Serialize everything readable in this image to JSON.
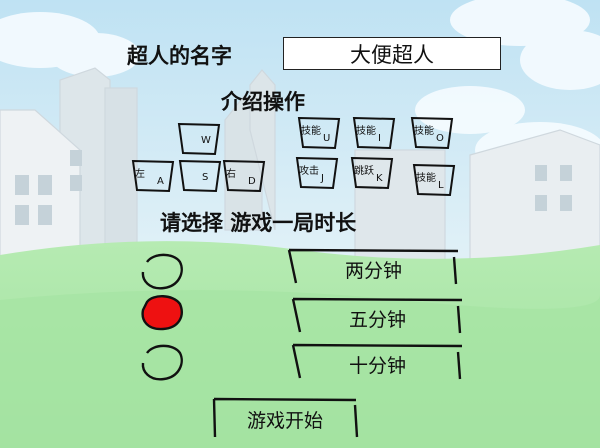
{
  "hero": {
    "label": "超人的名字",
    "name": "大便超人"
  },
  "controls": {
    "title": "介绍操作",
    "keys": [
      {
        "id": "w",
        "text": "",
        "letter": "W"
      },
      {
        "id": "a",
        "text": "左",
        "letter": "A"
      },
      {
        "id": "s",
        "text": "",
        "letter": "S"
      },
      {
        "id": "d",
        "text": "右",
        "letter": "D"
      },
      {
        "id": "u",
        "text": "技能",
        "letter": "U"
      },
      {
        "id": "i",
        "text": "技能",
        "letter": "I"
      },
      {
        "id": "o",
        "text": "技能",
        "letter": "O"
      },
      {
        "id": "j",
        "text": "攻击",
        "letter": "J"
      },
      {
        "id": "k",
        "text": "跳跃",
        "letter": "K"
      },
      {
        "id": "l",
        "text": "技能",
        "letter": "L"
      }
    ]
  },
  "duration": {
    "title": "请选择 游戏一局时长",
    "options": [
      {
        "label": "两分钟",
        "selected": false
      },
      {
        "label": "五分钟",
        "selected": true
      },
      {
        "label": "十分钟",
        "selected": false
      }
    ]
  },
  "start_button": "游戏开始",
  "colors": {
    "selected": "#ee1111",
    "sky": "#c3e3f2",
    "grass": "#a8e6a6"
  }
}
